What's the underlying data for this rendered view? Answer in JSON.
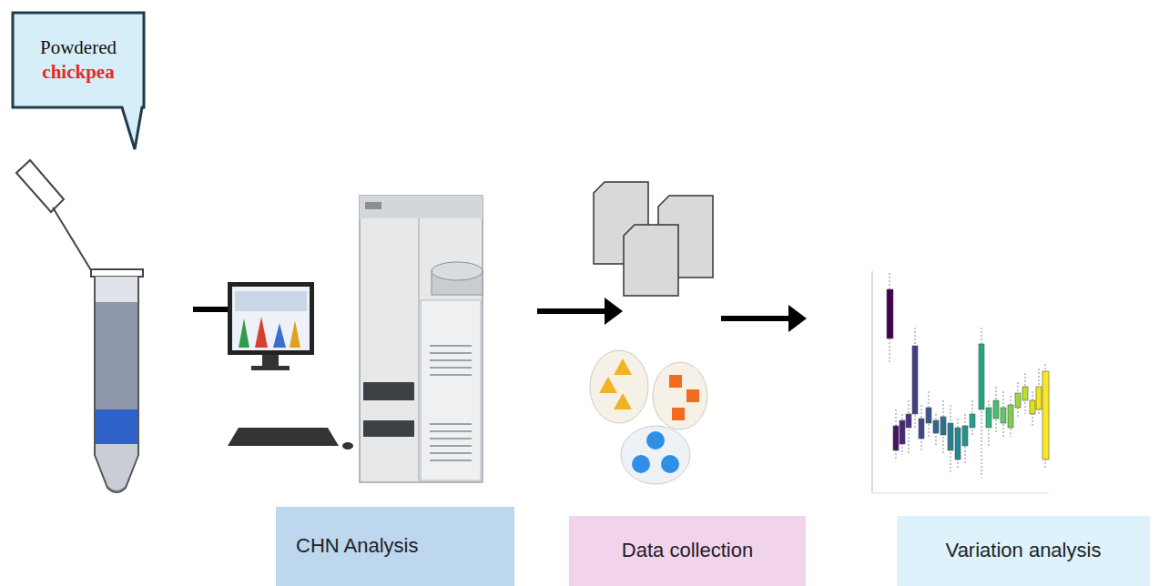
{
  "diagram": {
    "nodes": [
      {
        "text": [
          "Powdered",
          "chickpea"
        ]
      },
      {
        "text": [
          "CHN Analysis"
        ]
      },
      {
        "text": [
          "Data collection"
        ]
      },
      {
        "text": [
          "Variation analysis"
        ]
      }
    ]
  }
}
